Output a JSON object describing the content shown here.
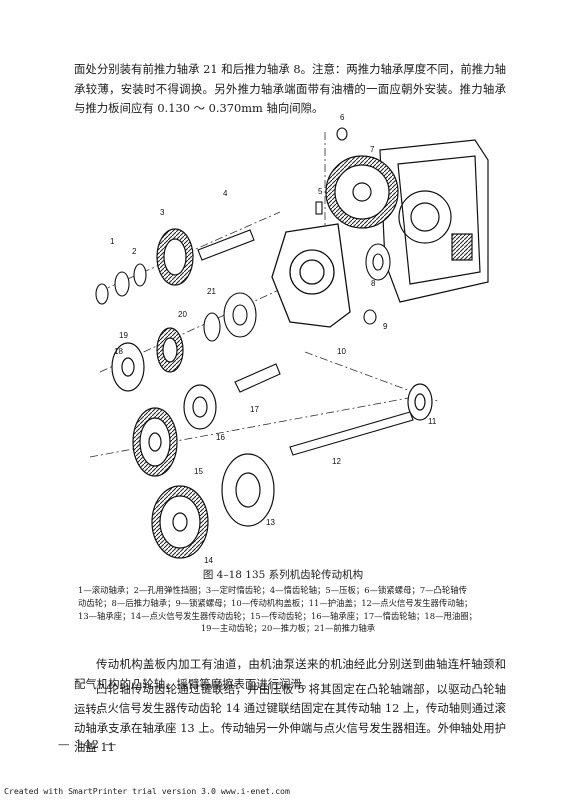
{
  "paragraphs": {
    "p1": "面处分别装有前推力轴承 21 和后推力轴承 8。注意：两推力轴承厚度不同，前推力轴承较薄，安装时不得调换。另外推力轴承端面带有油槽的一面应朝外安装。推力轴承与推力板间应有 0.130 ～ 0.370mm 轴向间隙。",
    "p2": "传动机构盖板内加工有油道，由机油泵送来的机油经此分别送到曲轴连杆轴颈和配气机构的凸轮轴、摇臂等摩擦表面进行润滑。",
    "p3": "凸轮轴传动齿轮通过键联结，并由压板 5 将其固定在凸轮轴端部，以驱动凸轮轴运转。",
    "p4": "点火信号发生器传动齿轮 14 通过键联结固定在其传动轴 12 上，传动轴则通过滚动轴承支承在轴承座 13 上。传动轴另一外伸端与点火信号发生器相连。外伸轴处用护油盖 11"
  },
  "figure": {
    "caption": "图 4–18   135 系列机齿轮传动机构",
    "legend_lines": [
      "1—滚动轴承；2—孔用弹性挡圈；3—定时惰齿轮；4—惰齿轮轴；5—压板；6—锁紧螺母；7—凸轮轴传",
      "动齿轮；8—后推力轴承；9—锁紧螺母；10—传动机构盖板；11—护油盖；12—点火信号发生器传动轴；",
      "13—轴承座；14—点火信号发生器传动齿轮；15—传动齿轮；16—轴承座；17—惰齿轮轴；18—甩油圈；",
      "19—主动齿轮；20—推力板；21—前推力轴承"
    ],
    "part_labels": [
      "1",
      "2",
      "3",
      "4",
      "5",
      "6",
      "7",
      "8",
      "9",
      "10",
      "11",
      "12",
      "13",
      "14",
      "15",
      "16",
      "17",
      "18",
      "19",
      "20",
      "21"
    ]
  },
  "page_number": "— 142 —",
  "footer": "Created with SmartPrinter trial version 3.0  www.i-enet.com"
}
